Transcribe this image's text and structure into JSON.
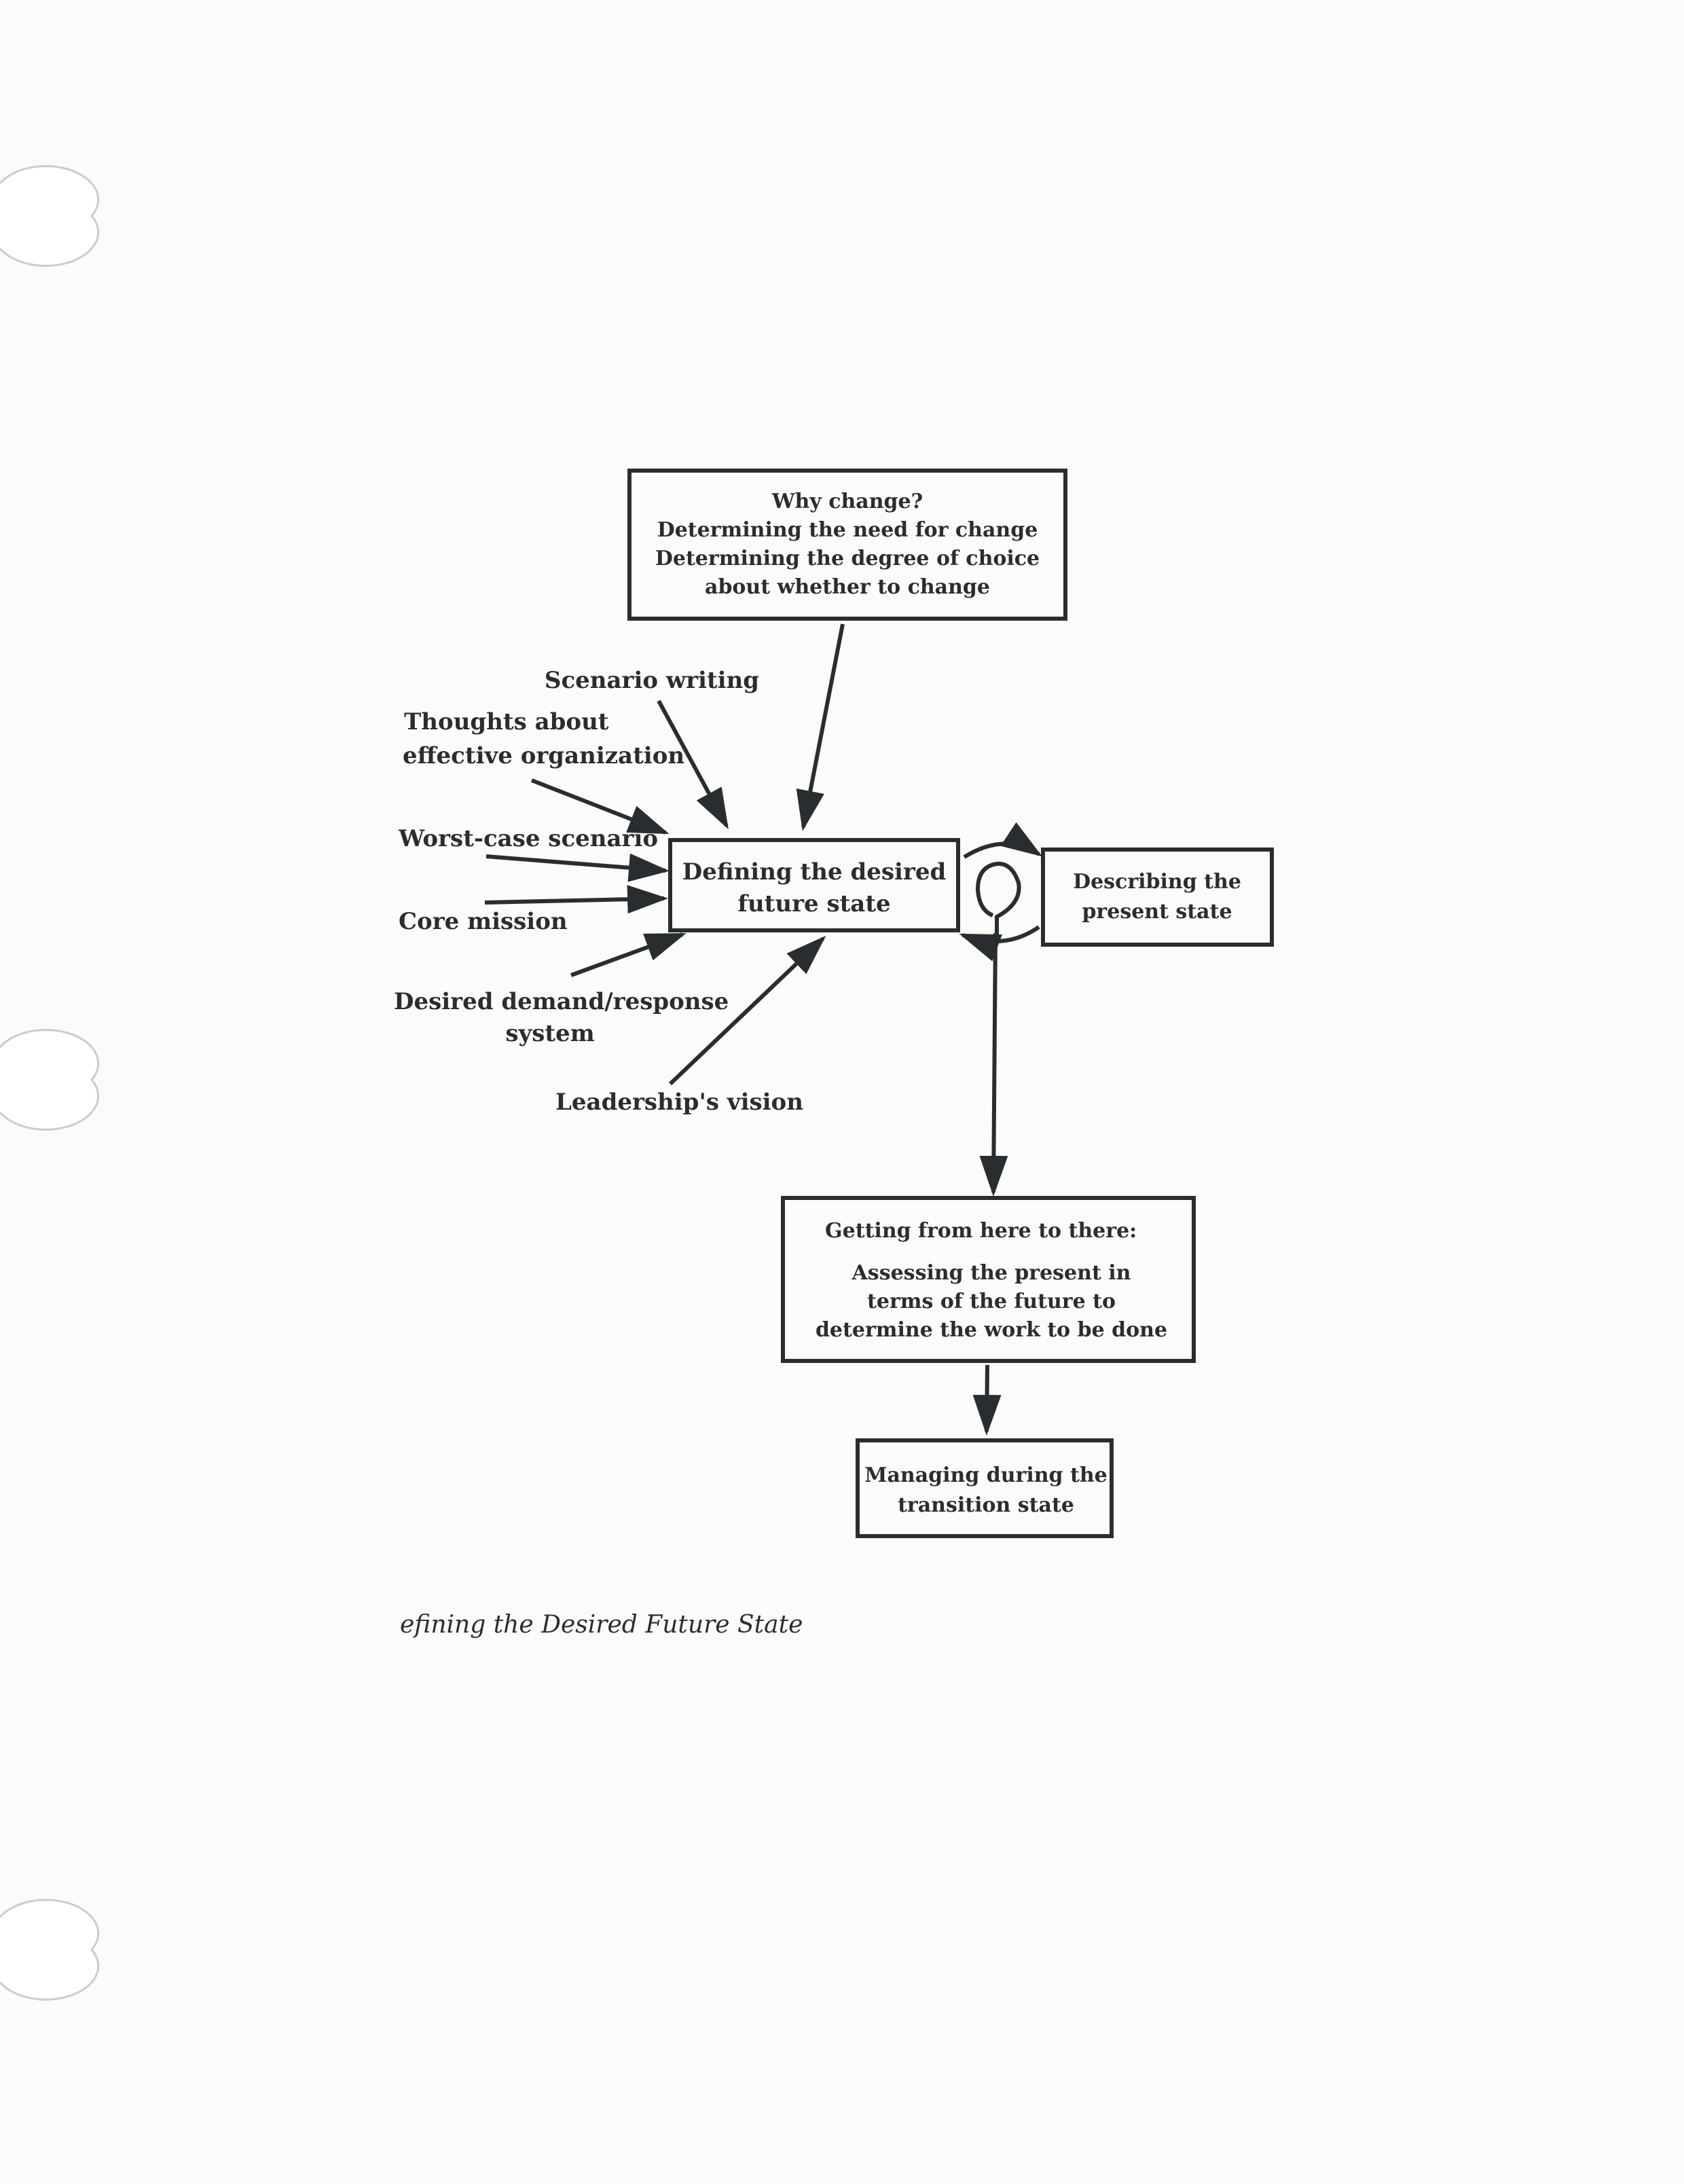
{
  "boxes": {
    "why_change": [
      "Why change?",
      "Determining the need for change",
      "Determining the degree of choice",
      "about whether to change"
    ],
    "desired_future": [
      "Defining the desired",
      "future state"
    ],
    "present_state": [
      "Describing the",
      "present state"
    ],
    "getting_there": [
      "Getting from here to there:",
      "Assessing the present in",
      "terms of the future to",
      "determine the work to be done"
    ],
    "transition": [
      "Managing during the",
      "transition state"
    ]
  },
  "inputs": {
    "scenario_writing": "Scenario writing",
    "thoughts": [
      "Thoughts about",
      "effective organization"
    ],
    "worst_case": "Worst-case scenario",
    "core_mission": "Core mission",
    "demand_response": [
      "Desired demand/response",
      "system"
    ],
    "leadership_vision": "Leadership's vision"
  },
  "caption": "efining the Desired Future State",
  "colors": {
    "ink": "#2a2d30",
    "paper": "#fbfbf9"
  }
}
